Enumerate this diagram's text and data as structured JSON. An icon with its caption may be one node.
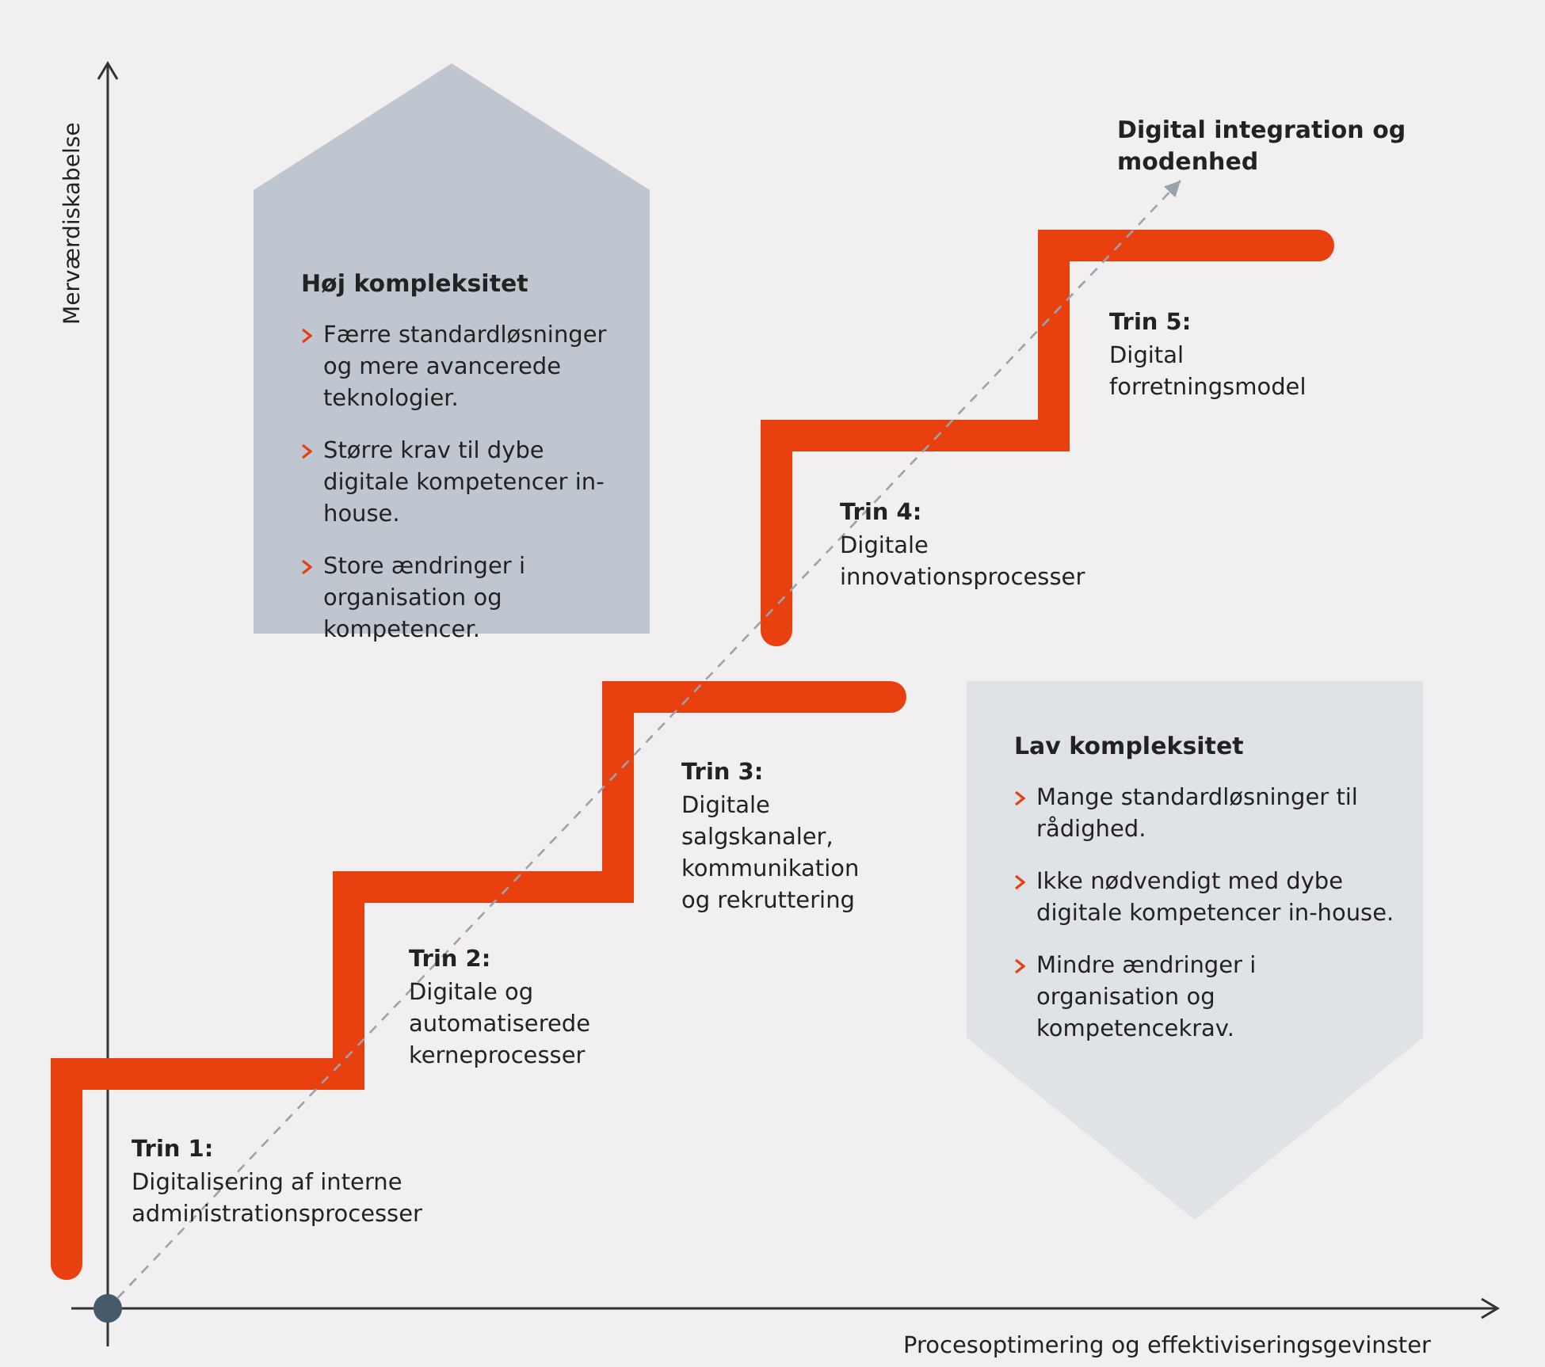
{
  "diagram": {
    "nodes": [
      {
        "text": [
          "Høj kompleksitet",
          "Færre standardløsninger og mere avancerede teknologier.",
          "Større krav til dybe digitale kompetencer in-house.",
          "Store ændringer i organisation og kompetencer."
        ]
      },
      {
        "text": [
          "Lav kompleksitet",
          "Mange standardløsninger til rådighed.",
          "Ikke nødvendigt med dybe digitale kompetencer in-house.",
          "Mindre ændringer i organisation og kompetencekrav."
        ]
      },
      {
        "text": [],
        "shape": "circle"
      },
      {
        "text": [
          "Digital integration og modenhed"
        ]
      }
    ],
    "edges": [
      {
        "from": 2,
        "to": 3,
        "arrow": "to",
        "style": "dashed"
      }
    ],
    "labels": [
      "Merværdiskabelse",
      "Trin 1:",
      "Digitalisering af interne administrationsprocesser",
      "Trin 2:",
      "Digitale og automatiserede kerneprocesser",
      "Trin 3:",
      "Digitale salgskanaler, kommunikation og rekruttering",
      "Trin 4:",
      "Digitale innovationsprocesser",
      "Trin 5:",
      "Digital forretningsmodel",
      "Procesoptimering og effektiviseringsgevinster"
    ]
  }
}
